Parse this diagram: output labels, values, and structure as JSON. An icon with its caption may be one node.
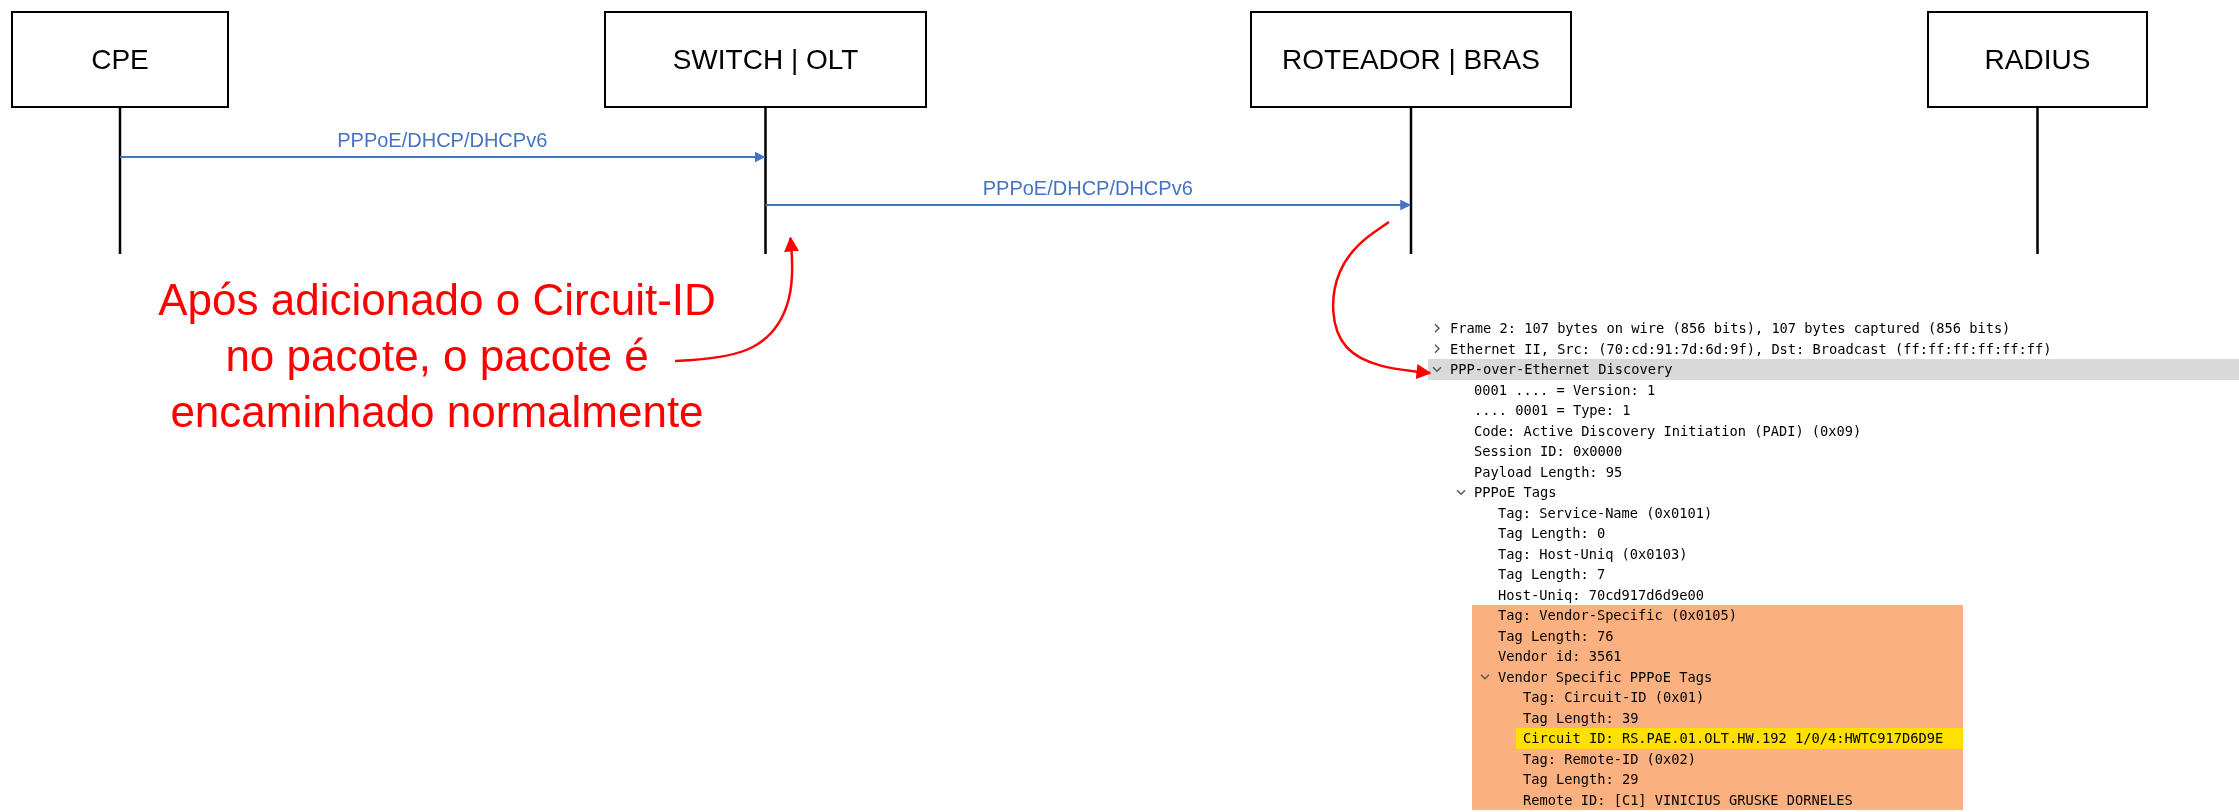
{
  "diagram": {
    "nodes": [
      {
        "text": [
          "CPE"
        ]
      },
      {
        "text": [
          "SWITCH | OLT"
        ]
      },
      {
        "text": [
          "ROTEADOR | BRAS"
        ]
      },
      {
        "text": [
          "RADIUS"
        ]
      },
      {
        "text": [
          "Após adicionado o Circuit-ID no pacote, o pacote é encaminhado normalmente"
        ]
      },
      {
        "text": [
          "Frame 2: 107 bytes on wire (856 bits), 107 bytes captured (856 bits)",
          "Ethernet II, Src: (70:cd:91:7d:6d:9f), Dst: Broadcast (ff:ff:ff:ff:ff:ff)",
          "PPP-over-Ethernet Discovery",
          "0001 .... = Version: 1",
          ".... 0001 = Type: 1",
          "Code: Active Discovery Initiation (PADI) (0x09)",
          "Session ID: 0x0000",
          "Payload Length: 95",
          "PPPoE Tags",
          "Tag: Service-Name (0x0101)",
          "Tag Length: 0",
          "Tag: Host-Uniq (0x0103)",
          "Tag Length: 7",
          "Host-Uniq: 70cd917d6d9e00",
          "Tag: Vendor-Specific (0x0105)",
          "Tag Length: 76",
          "Vendor id: 3561",
          "Vendor Specific PPPoE Tags",
          "Tag: Circuit-ID (0x01)",
          "Tag Length: 39",
          "Circuit ID: RS.PAE.01.OLT.HW.192 1/0/4:HWTC917D6D9E",
          "Tag: Remote-ID (0x02)",
          "Tag Length: 29",
          "Remote ID: [C1] VINICIUS GRUSKE DORNELES"
        ]
      }
    ],
    "edges": [
      {
        "from": 0,
        "to": 1,
        "arrow": "to",
        "label": "PPPoE/DHCP/DHCPv6"
      },
      {
        "from": 1,
        "to": 2,
        "arrow": "to",
        "label": "PPPoE/DHCP/DHCPv6"
      },
      {
        "from": 4,
        "to": 1,
        "arrow": "to",
        "color": "#ff0000"
      },
      {
        "from": 2,
        "to": 5,
        "arrow": "to",
        "color": "#ff0000"
      }
    ]
  }
}
